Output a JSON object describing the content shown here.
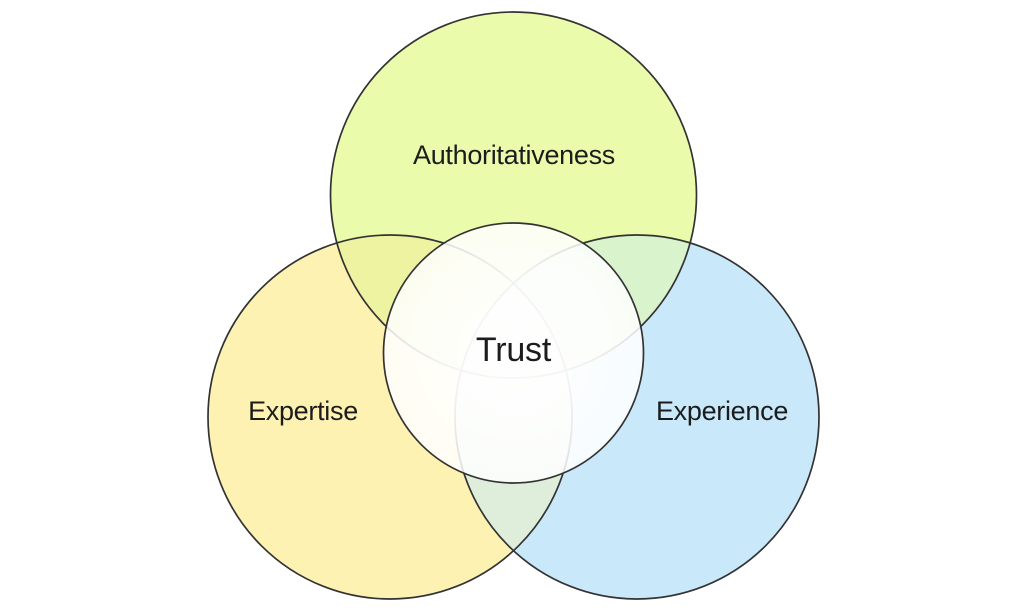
{
  "page": {
    "background": "#ffffff"
  },
  "diagram": {
    "type": "venn",
    "stroke_color": "#333333",
    "text_color": "#1c1c1c",
    "circles": [
      {
        "id": "authoritativeness",
        "label": "Authoritativeness",
        "fill": "#ebfbac",
        "position": "top"
      },
      {
        "id": "expertise",
        "label": "Expertise",
        "fill": "#fdf2b2",
        "position": "bottom-left"
      },
      {
        "id": "experience",
        "label": "Experience",
        "fill": "#c9e9fb",
        "position": "bottom-right"
      }
    ],
    "overlaps": [
      {
        "between": "expertise+authoritativeness",
        "fill": "#eef3a2"
      },
      {
        "between": "authoritativeness+experience",
        "fill": "#d9f3cd"
      },
      {
        "between": "expertise+experience",
        "fill": "#dfeeda"
      }
    ],
    "center_circle": {
      "label": "Trust",
      "fill": "#ffffff"
    }
  }
}
